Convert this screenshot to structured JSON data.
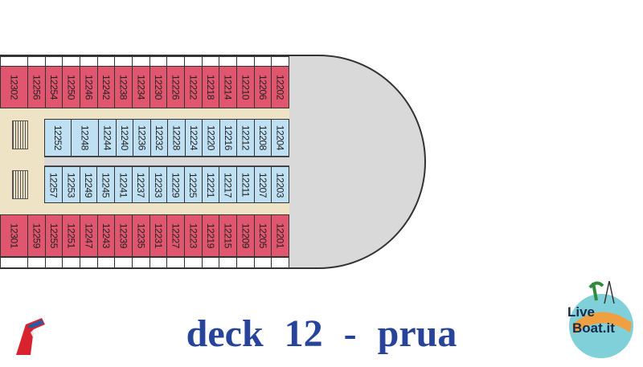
{
  "title": "deck 12 - prua",
  "logos": {
    "left": "Carnival funnel logo",
    "right": "LiveBoat.it"
  },
  "colors": {
    "outer_cabin": "#e0566e",
    "inner_cabin": "#bfe0f3",
    "corridor": "#efe3c6",
    "bow": "#d9d9d9",
    "title": "#27449a"
  },
  "cabins": {
    "top_outer": [
      "12302",
      "12256",
      "12254",
      "12250",
      "12246",
      "12242",
      "12238",
      "12234",
      "12230",
      "12226",
      "12222",
      "12218",
      "12214",
      "12210",
      "12206",
      "12202"
    ],
    "top_inner": [
      "12252",
      "12248",
      "12244",
      "12240",
      "12236",
      "12232",
      "12228",
      "12224",
      "12220",
      "12216",
      "12212",
      "12208",
      "12204"
    ],
    "bottom_inner": [
      "12257",
      "12253",
      "12249",
      "12245",
      "12241",
      "12237",
      "12233",
      "12229",
      "12225",
      "12221",
      "12217",
      "12211",
      "12207",
      "12203"
    ],
    "bottom_outer": [
      "12301",
      "12259",
      "12255",
      "12251",
      "12247",
      "12243",
      "12239",
      "12235",
      "12231",
      "12227",
      "12223",
      "12219",
      "12215",
      "12209",
      "12205",
      "12201"
    ]
  }
}
